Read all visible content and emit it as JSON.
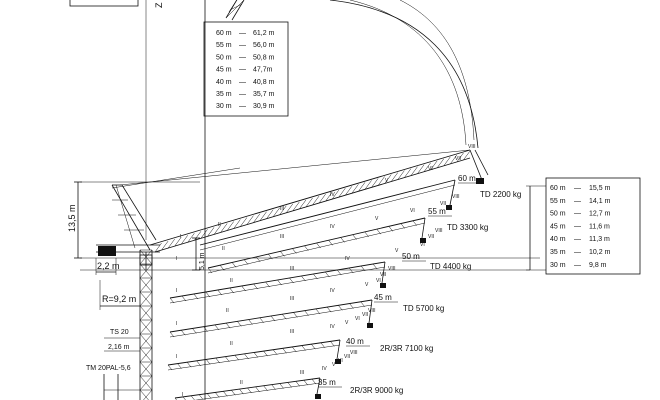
{
  "table_max_height": {
    "rows": [
      {
        "jib": "60 m",
        "value": "61,2 m"
      },
      {
        "jib": "55 m",
        "value": "56,0 m"
      },
      {
        "jib": "50 m",
        "value": "50,8 m"
      },
      {
        "jib": "45 m",
        "value": "47,7m"
      },
      {
        "jib": "40 m",
        "value": "40,8 m"
      },
      {
        "jib": "35 m",
        "value": "35,7 m"
      },
      {
        "jib": "30 m",
        "value": "30,9 m"
      }
    ]
  },
  "table_counterweight": {
    "rows": [
      {
        "jib": "60 m",
        "value": "15,5 m"
      },
      {
        "jib": "55 m",
        "value": "14,1 m"
      },
      {
        "jib": "50 m",
        "value": "12,7 m"
      },
      {
        "jib": "45 m",
        "value": "11,6 m"
      },
      {
        "jib": "40 m",
        "value": "11,3 m"
      },
      {
        "jib": "35 m",
        "value": "10,2 m"
      },
      {
        "jib": "30 m",
        "value": "9,8 m"
      }
    ]
  },
  "jib_configs": [
    {
      "length": "60 m",
      "type": "TD",
      "load": "2200 kg"
    },
    {
      "length": "55 m",
      "type": "TD",
      "load": "3300 kg"
    },
    {
      "length": "50 m",
      "type": "TD",
      "load": "4400 kg"
    },
    {
      "length": "45 m",
      "type": "TD",
      "load": "5700 kg"
    },
    {
      "length": "40 m",
      "type": "2R/3R",
      "load": "7100 kg"
    },
    {
      "length": "35 m",
      "type": "2R/3R",
      "load": "9000 kg"
    }
  ],
  "section_labels": [
    "I",
    "II",
    "III",
    "IV",
    "V",
    "VI",
    "VII",
    "VIII"
  ],
  "dimensions": {
    "top_height": "13,5 m",
    "offset_left": "2,2 m",
    "offset_pivot": "5,1 m",
    "radius": "R=9,2 m",
    "ts_label": "TS 20",
    "ts_value": "2,16 m",
    "mast_label": "TM 20PAL-5,6",
    "title_glyph": "Z"
  },
  "colors": {
    "line": "#111111",
    "background": "#ffffff"
  }
}
